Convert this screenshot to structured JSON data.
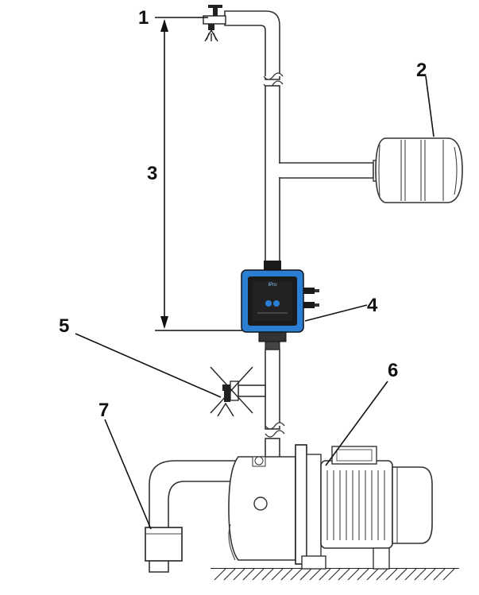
{
  "labels": {
    "l1": "1",
    "l2": "2",
    "l3": "3",
    "l4": "4",
    "l5": "5",
    "l6": "6",
    "l7": "7"
  },
  "controller": {
    "brand": "IPro",
    "body_color": "#2a7fd4"
  },
  "icons": [
    "tap-icon",
    "pressure-tank",
    "pressure-controller",
    "crossed-tap-icon",
    "pump-motor",
    "foot-valve"
  ]
}
